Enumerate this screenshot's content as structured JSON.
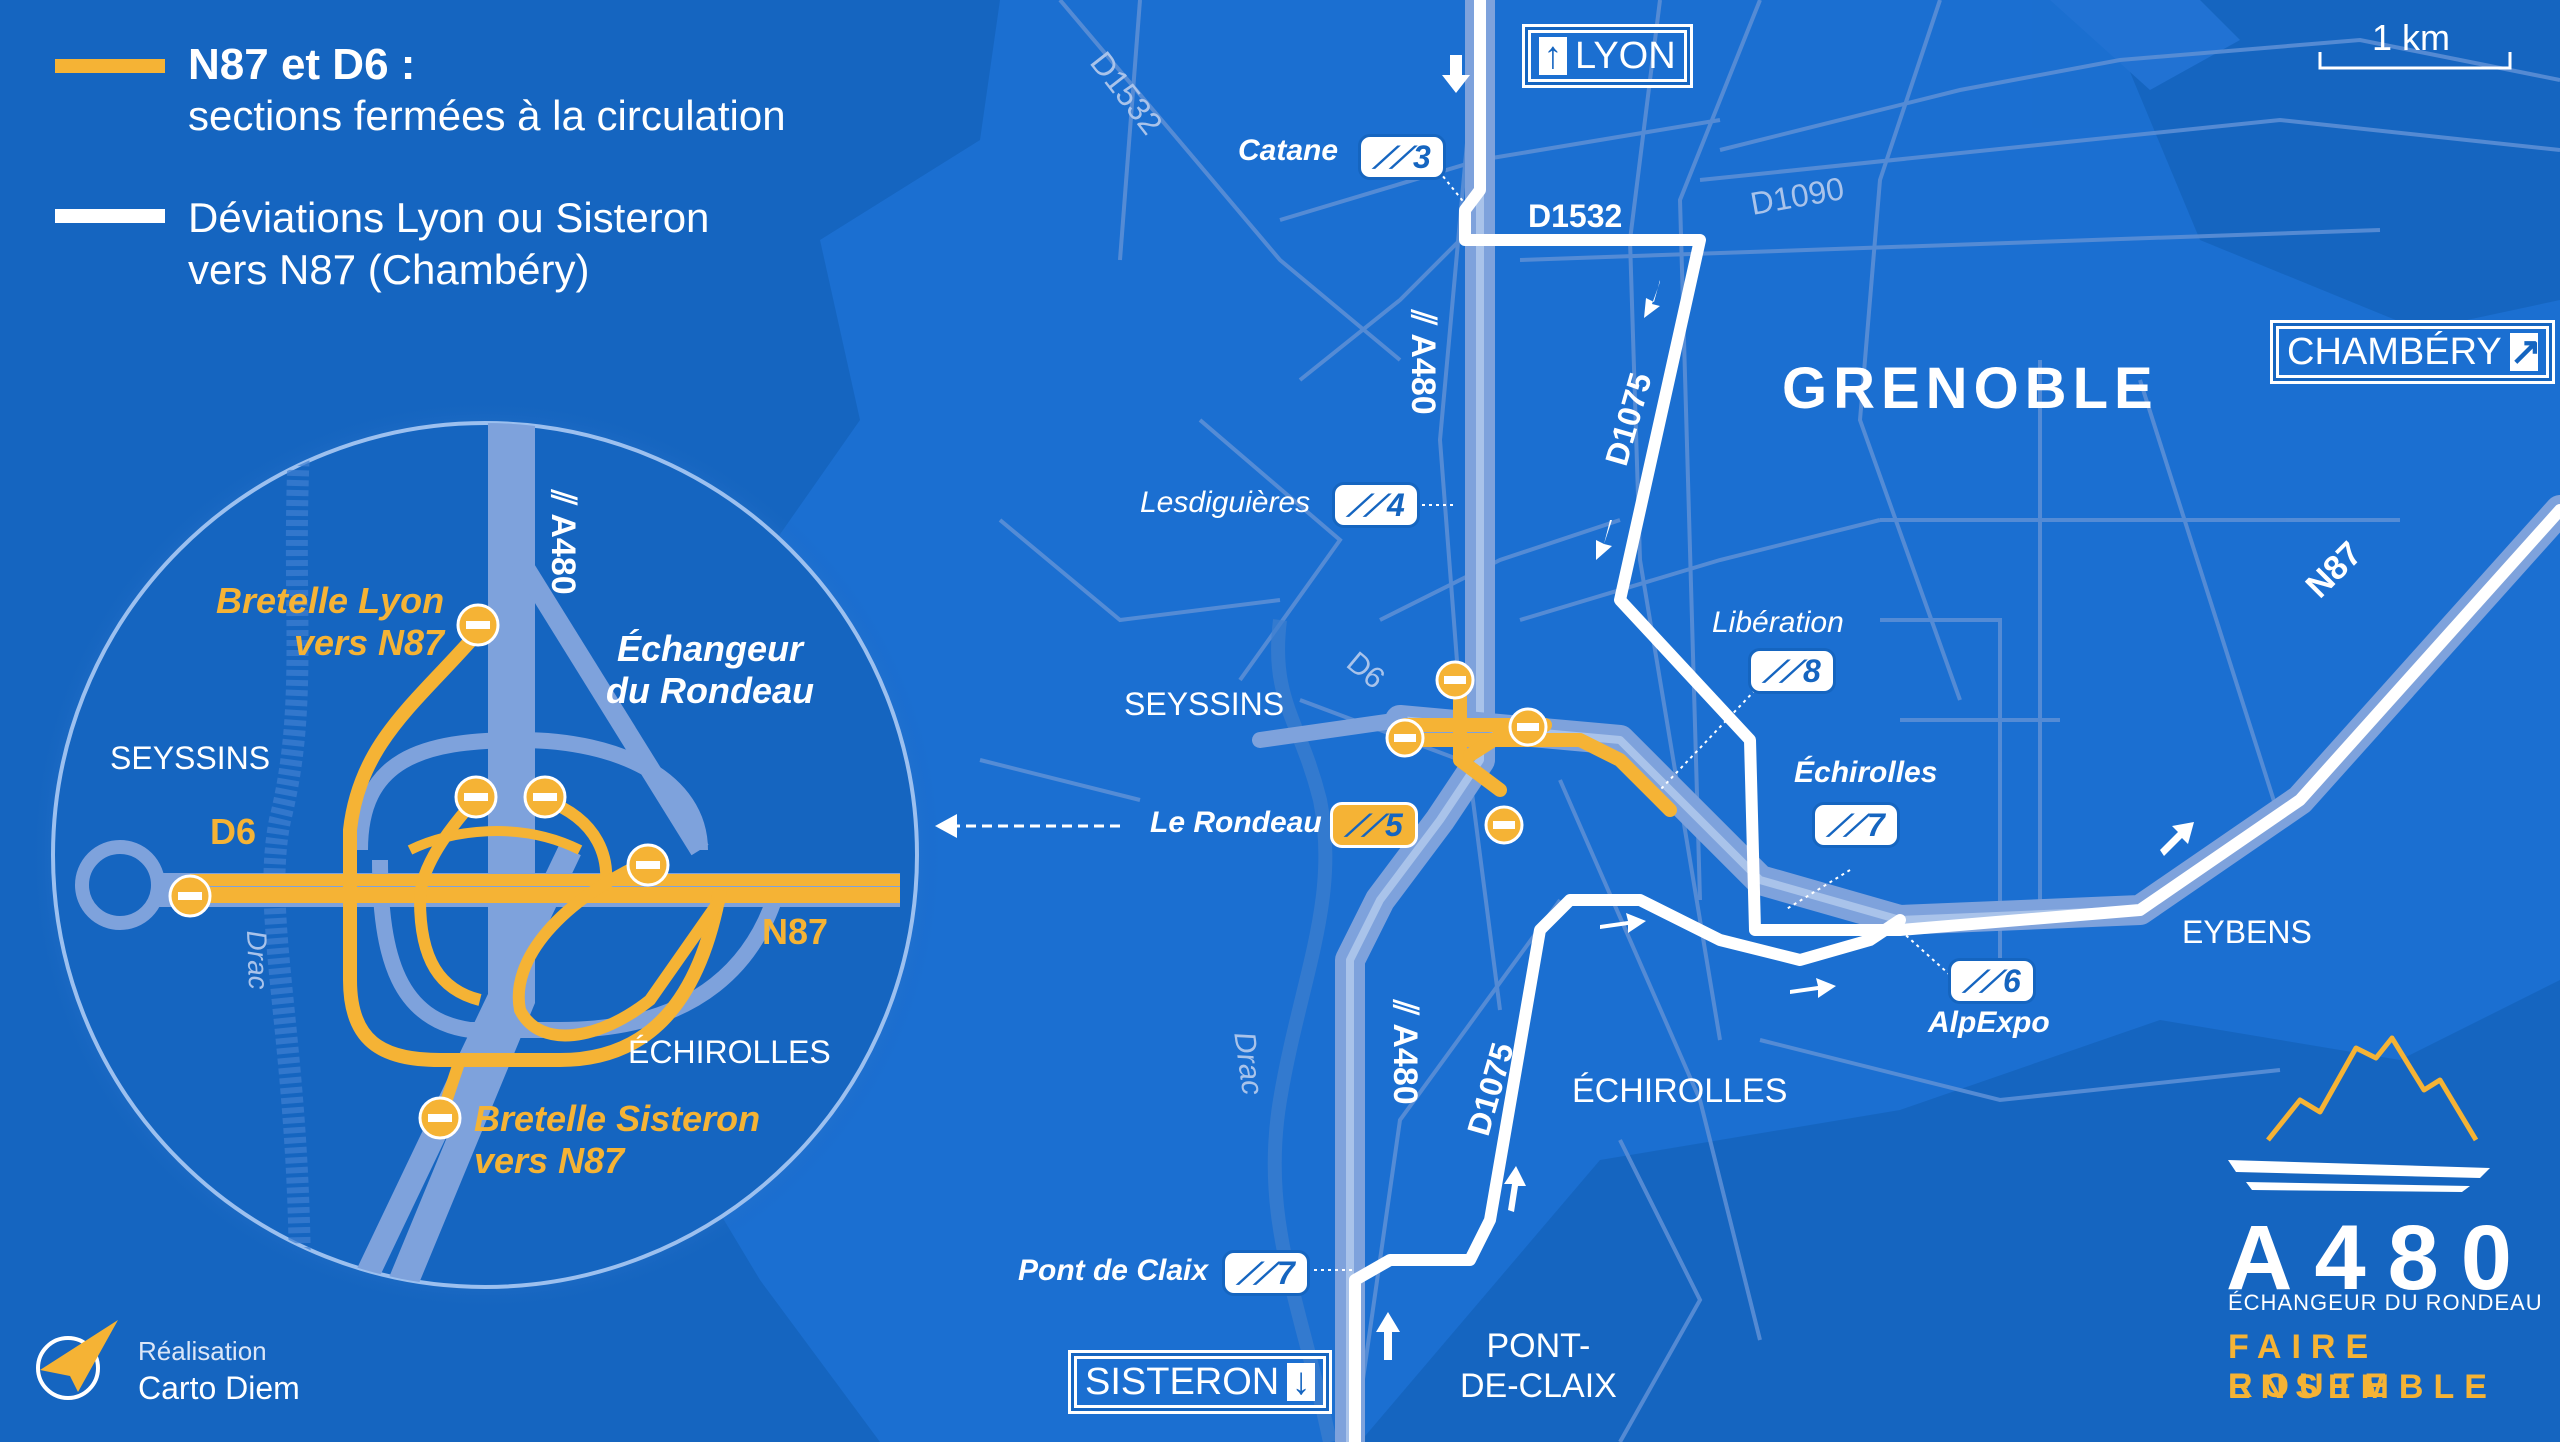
{
  "colors": {
    "background": "#1565c0",
    "road_light": "#7ea2dc",
    "closed": "#f5b335",
    "detour": "#ffffff",
    "zone": "#1a6ed0"
  },
  "legend": {
    "closed_title": "N87 et D6 :",
    "closed_desc": "sections fermées à la circulation",
    "detour_line1": "Déviations Lyon ou Sisteron",
    "detour_line2": "vers N87 (Chambéry)"
  },
  "scale": {
    "label": "1 km"
  },
  "directions": {
    "lyon": "LYON",
    "chambery": "CHAMBÉRY",
    "sisteron": "SISTERON"
  },
  "roads": {
    "d1532_top": "D1532",
    "d1532": "D1532",
    "d1090": "D1090",
    "d1075_north": "D1075",
    "d1075_south": "D1075",
    "a480_north": "A480",
    "a480_south": "A480",
    "n87": "N87",
    "d6": "D6",
    "drac": "Drac"
  },
  "places": {
    "grenoble": "GRENOBLE",
    "seyssins": "SEYSSINS",
    "echirolles": "ÉCHIROLLES",
    "eybens": "EYBENS",
    "pont_de_claix_1": "PONT-",
    "pont_de_claix_2": "DE-CLAIX"
  },
  "exits": [
    {
      "name": "Catane",
      "number": "3"
    },
    {
      "name": "Lesdiguières",
      "number": "4"
    },
    {
      "name": "Le Rondeau",
      "number": "5"
    },
    {
      "name": "Libération",
      "number": "8"
    },
    {
      "name": "Échirolles",
      "number": "7"
    },
    {
      "name": "AlpExpo",
      "number": "6"
    },
    {
      "name": "Pont de Claix",
      "number": "7"
    }
  ],
  "inset": {
    "bretelle_lyon_1": "Bretelle Lyon",
    "bretelle_lyon_2": "vers N87",
    "bretelle_sisteron_1": "Bretelle Sisteron",
    "bretelle_sisteron_2": "vers N87",
    "echangeur_1": "Échangeur",
    "echangeur_2": "du Rondeau",
    "seyssins": "SEYSSINS",
    "echirolles": "ÉCHIROLLES",
    "d6": "D6",
    "n87": "N87",
    "a480": "A480",
    "drac": "Drac"
  },
  "credit": {
    "line1": "Réalisation",
    "line2": "Carto Diem"
  },
  "brand": {
    "title": "A480",
    "subtitle": "ÉCHANGEUR DU RONDEAU",
    "slogan1": "FAIRE ROUTE",
    "slogan2": "ENSEMBLE"
  }
}
